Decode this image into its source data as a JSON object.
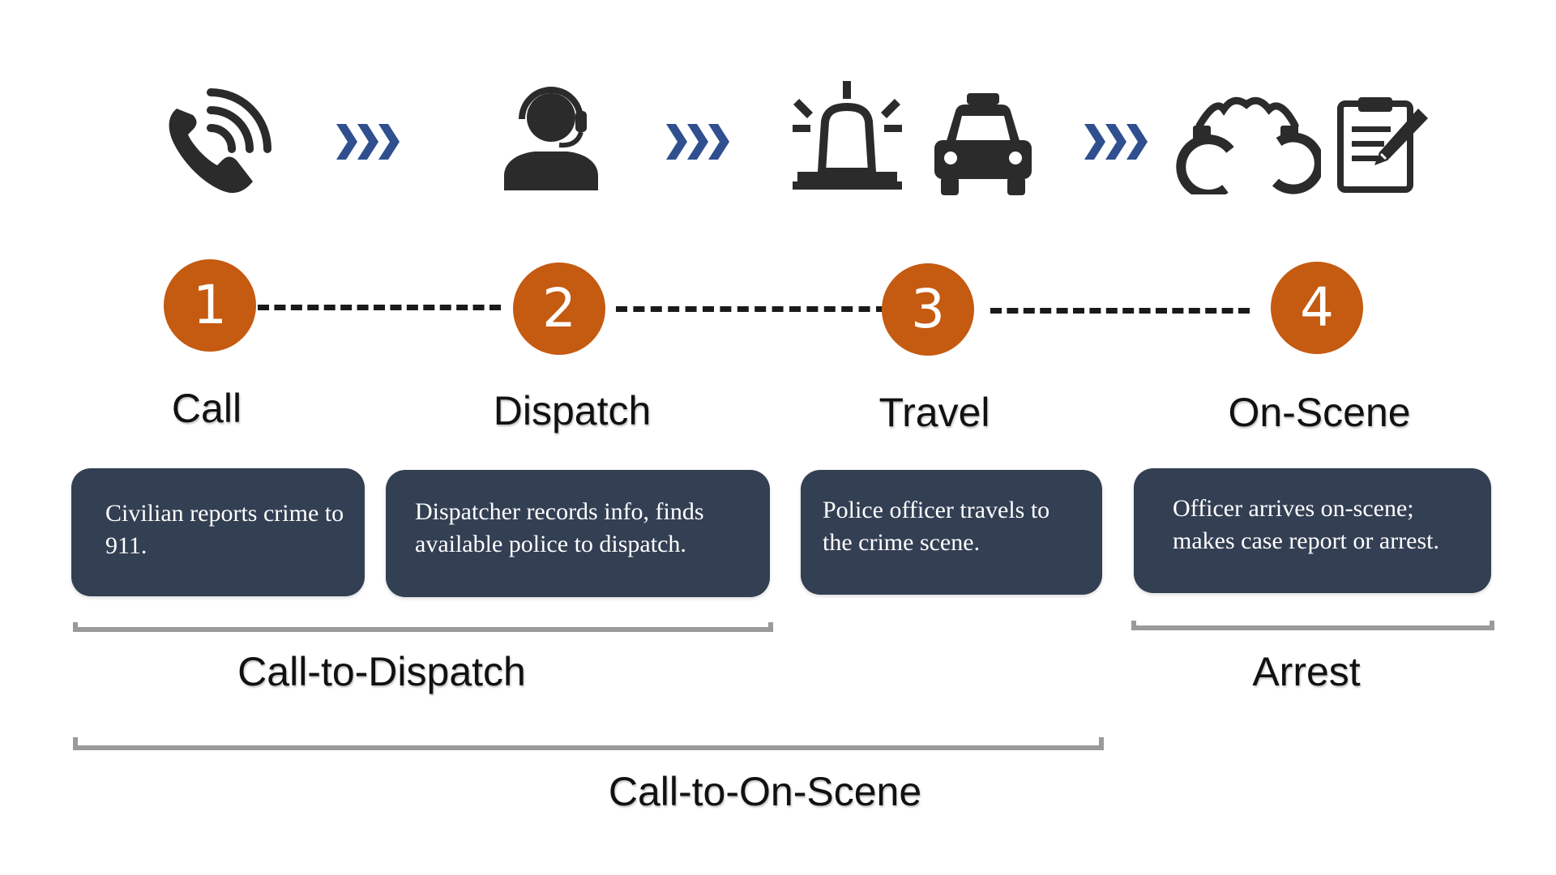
{
  "colors": {
    "accent": "#c55a11",
    "box": "#333f53",
    "chevron": "#2f4f8f",
    "icon": "#2b2b2b",
    "bracket": "#9a9a9a"
  },
  "icons": [
    "phone-ringing-icon",
    "headset-operator-icon",
    "siren-icon",
    "police-car-icon",
    "handcuffs-icon",
    "clipboard-icon",
    "chevron-arrows-icon"
  ],
  "steps": [
    {
      "number": "1",
      "label": "Call",
      "description": "Civilian reports crime to 911."
    },
    {
      "number": "2",
      "label": "Dispatch",
      "description": "Dispatcher records info, finds available police to dispatch."
    },
    {
      "number": "3",
      "label": "Travel",
      "description": "Police officer travels to the crime scene."
    },
    {
      "number": "4",
      "label": "On-Scene",
      "description": "Officer arrives on-scene; makes case report or arrest."
    }
  ],
  "ranges": [
    {
      "label": "Call-to-Dispatch"
    },
    {
      "label": "Arrest"
    },
    {
      "label": "Call-to-On-Scene"
    }
  ]
}
